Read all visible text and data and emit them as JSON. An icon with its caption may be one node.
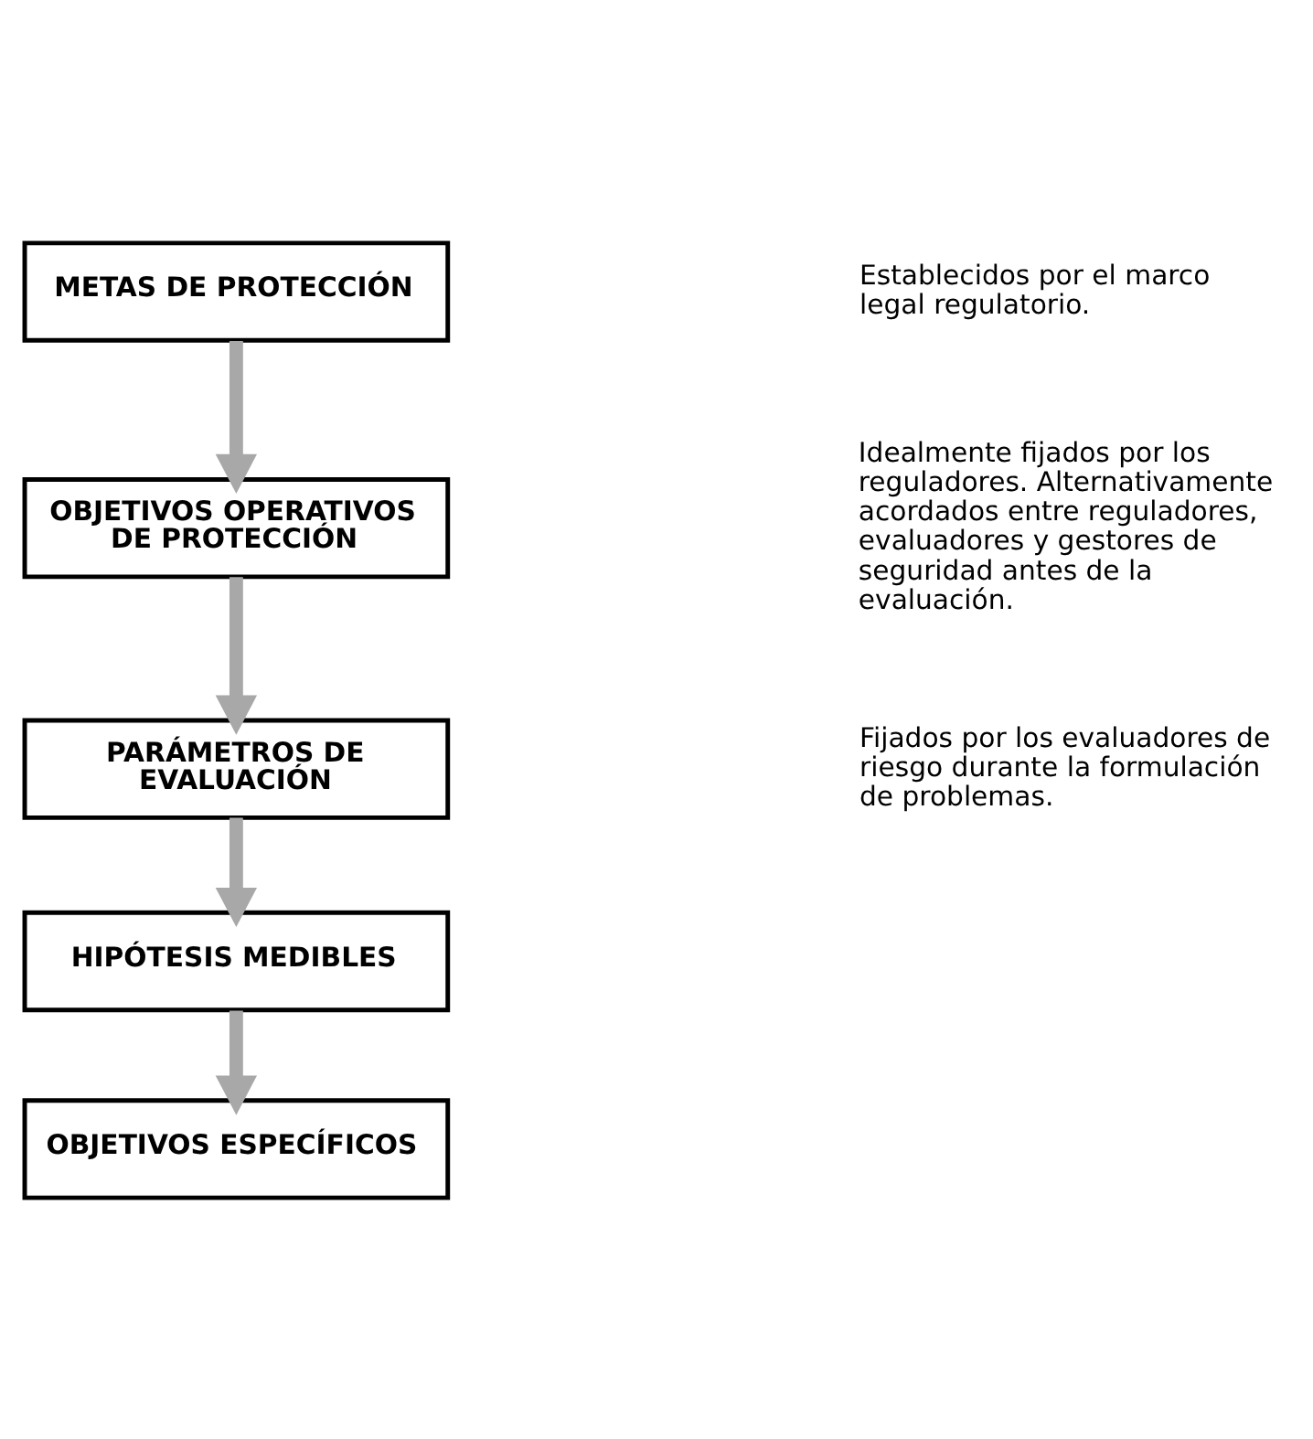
{
  "diagram": {
    "nodes": [
      {
        "text": [
          "METAS DE PROTECCIÓN"
        ]
      },
      {
        "text": [
          "OBJETIVOS OPERATIVOS DE PROTECCIÓN"
        ]
      },
      {
        "text": [
          "PARÁMETROS DE EVALUACIÓN"
        ]
      },
      {
        "text": [
          "HIPÓTESIS MEDIBLES"
        ]
      },
      {
        "text": [
          "OBJETIVOS ESPECÍFICOS"
        ]
      }
    ],
    "edges": [
      {
        "from": 0,
        "to": 1,
        "arrow": "to"
      },
      {
        "from": 1,
        "to": 2,
        "arrow": "to"
      },
      {
        "from": 2,
        "to": 3,
        "arrow": "to"
      },
      {
        "from": 3,
        "to": 4,
        "arrow": "to"
      }
    ],
    "labels": [
      "Establecidos por el marco legal regulatorio.",
      "Idealmente fijados por los reguladores. Alternativamente acordados entre reguladores, evaluadores y gestores de seguridad antes de la evaluación.",
      "Fijados por los evaluadores de riesgo durante la formulación de problemas."
    ]
  }
}
